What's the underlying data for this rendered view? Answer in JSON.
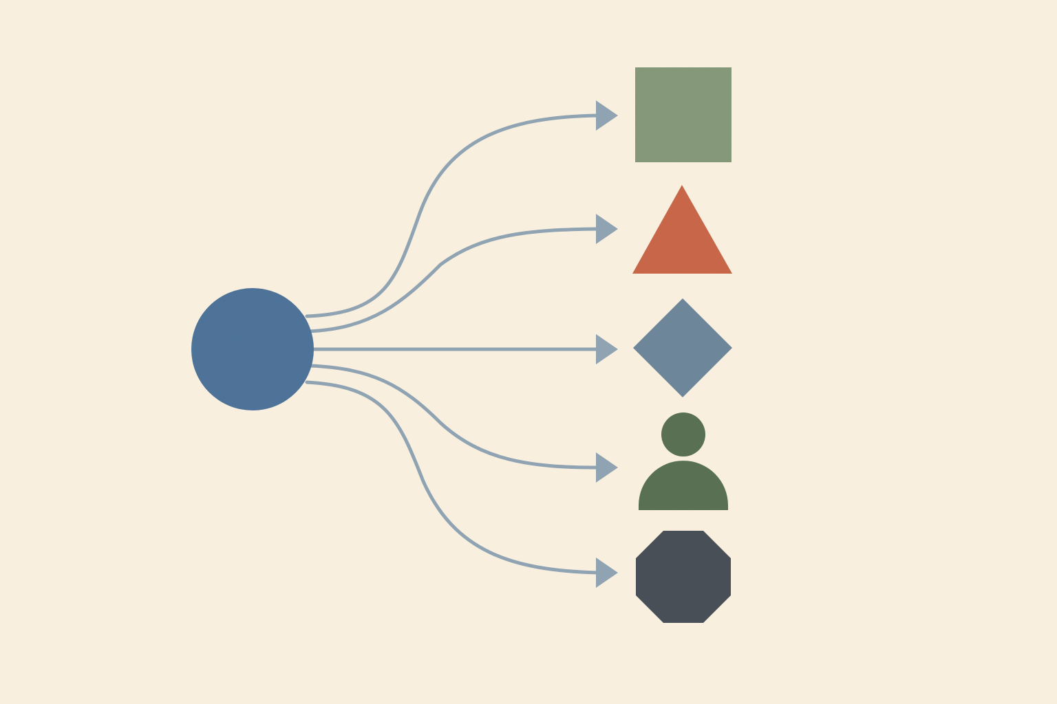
{
  "colors": {
    "background": "#f8efdf",
    "arrow": "#8fa3b3",
    "source": "#4f7499",
    "square": "#86997a",
    "triangle": "#c9674a",
    "diamond": "#6f879b",
    "person": "#5a7153",
    "octagon": "#4a5058"
  },
  "diagram": {
    "source": {
      "shape": "circle",
      "icon": "circle-icon"
    },
    "targets": [
      {
        "shape": "square",
        "icon": "square-icon"
      },
      {
        "shape": "triangle",
        "icon": "triangle-icon"
      },
      {
        "shape": "diamond",
        "icon": "diamond-icon"
      },
      {
        "shape": "person",
        "icon": "person-icon"
      },
      {
        "shape": "octagon",
        "icon": "octagon-icon"
      }
    ]
  }
}
